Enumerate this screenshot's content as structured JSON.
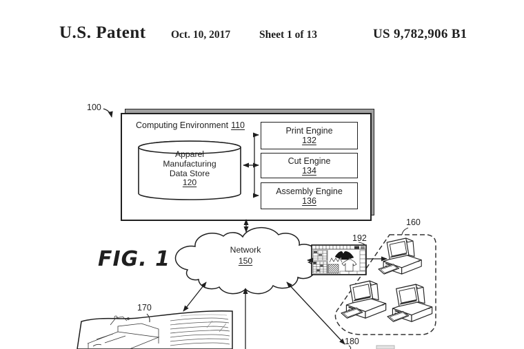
{
  "header": {
    "title": "U.S. Patent",
    "date": "Oct. 10, 2017",
    "sheet": "Sheet 1 of 13",
    "patent_number": "US 9,782,906 B1"
  },
  "figure": {
    "label": "FIG. 1",
    "system_ref": "100",
    "computing_environment": {
      "label": "Computing Environment",
      "ref": "110"
    },
    "data_store": {
      "lines": [
        "Apparel",
        "Manufacturing",
        "Data Store"
      ],
      "ref": "120"
    },
    "engines": [
      {
        "label": "Print Engine",
        "ref": "132"
      },
      {
        "label": "Cut Engine",
        "ref": "134"
      },
      {
        "label": "Assembly Engine",
        "ref": "136"
      }
    ],
    "network": {
      "label": "Network",
      "ref": "150"
    },
    "workstations_ref": "160",
    "pattern_document_ref": "170",
    "output_device_ref": "180",
    "design_screen_ref": "192"
  },
  "colors": {
    "ink": "#1f1f1f",
    "paper": "#ffffff",
    "box_shadow": "#a0a0a0"
  }
}
